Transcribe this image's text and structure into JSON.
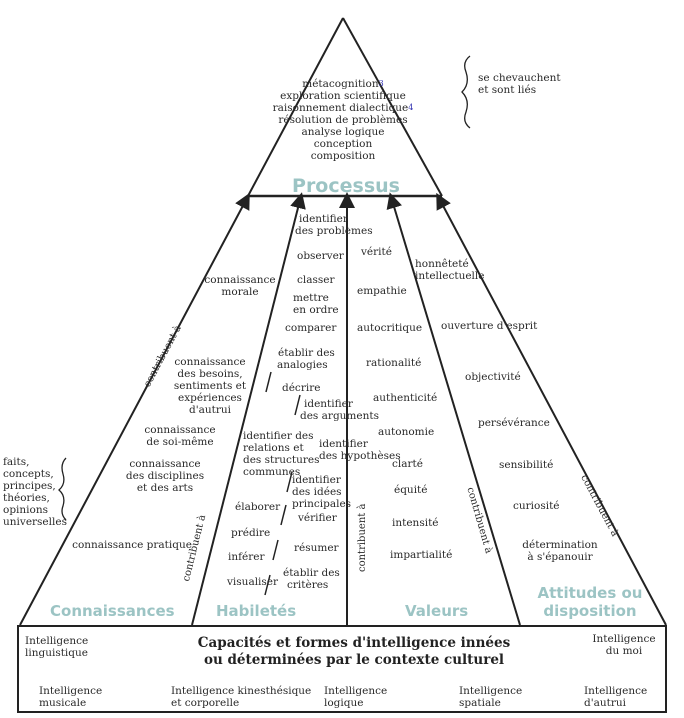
{
  "top": {
    "items": [
      "métacognition",
      "exploration scientifique",
      "raisonnement dialectique",
      "résolution de problèmes",
      "analyse logique",
      "conception",
      "composition"
    ],
    "sup_meta": "3",
    "sup_dialectique": "4",
    "side_note": [
      "se chevauchent",
      "et sont liés"
    ],
    "title": "Processus"
  },
  "connaissances": {
    "items": [
      "connaissance",
      "morale",
      "connaissance",
      "des besoins,",
      "sentiments et",
      "expériences",
      "d'autrui",
      "connaissance",
      "de soi-même",
      "connaissance",
      "des disciplines",
      "et des arts",
      "connaissance pratique"
    ],
    "side_list": [
      "faits,",
      "concepts,",
      "principes,",
      "théories,",
      "opinions",
      "universelles"
    ],
    "arrow_label": "contribuent à",
    "header": "Connaissances"
  },
  "habiletes": {
    "items": [
      "identifier",
      "des problèmes",
      "observer",
      "classer",
      "mettre",
      "en ordre",
      "comparer",
      "établir des",
      "analogies",
      "décrire",
      "identifier",
      "des arguments",
      "identifier des",
      "relations et",
      "des structures",
      "communes",
      "identifier",
      "des hypothèses",
      "identifier",
      "des idées",
      "principales",
      "élaborer",
      "vérifier",
      "prédire",
      "résumer",
      "inférer",
      "visualiser",
      "établir des",
      "critères"
    ],
    "arrow_label": "contribuent à",
    "header": "Habiletés"
  },
  "valeurs": {
    "items": [
      "vérité",
      "empathie",
      "autocritique",
      "rationalité",
      "authenticité",
      "autonomie",
      "clarté",
      "équité",
      "intensité",
      "impartialité"
    ],
    "arrow_label": "contribuent à",
    "header": "Valeurs"
  },
  "attitudes": {
    "items": [
      "honnêteté",
      "intellectuelle",
      "ouverture d'esprit",
      "objectivité",
      "persévérance",
      "sensibilité",
      "curiosité",
      "détermination",
      "à s'épanouir"
    ],
    "arrow_label": "contribuent à",
    "header": [
      "Attitudes ou",
      "disposition"
    ]
  },
  "bottom": {
    "title": [
      "Capacités et formes d'intelligence innées",
      "ou déterminées par le contexte culturel"
    ],
    "intelligences": [
      "Intelligence",
      "linguistique",
      "Intelligence",
      "du moi",
      "Intelligence",
      "musicale",
      "Intelligence kinesthésique",
      "et corporelle",
      "Intelligence",
      "logique",
      "Intelligence",
      "spatiale",
      "Intelligence",
      "d'autrui"
    ]
  },
  "colors": {
    "line": "#222222",
    "header": "#9cc4c4",
    "superscript": "#3030b0"
  }
}
